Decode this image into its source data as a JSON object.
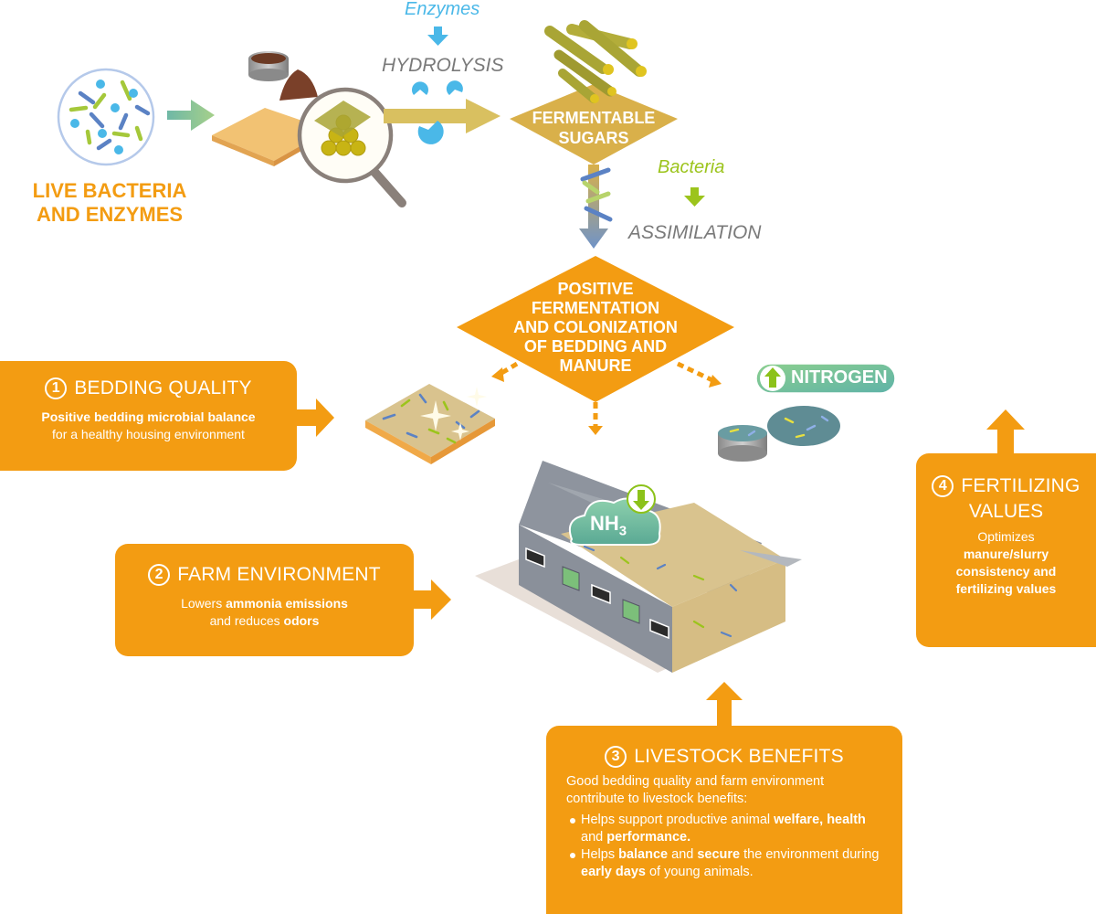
{
  "colors": {
    "orange": "#f39c12",
    "orange_text": "#f39c12",
    "sugar_gold": "#d9b04a",
    "enzyme_blue": "#4ab8e8",
    "bacteria_green": "#9cc41c",
    "gray_label": "#7a7a7a",
    "nitrogen_teal": "#6bbf9f"
  },
  "top_flow": {
    "source_label_line1": "LIVE BACTERIA",
    "source_label_line2": "AND ENZYMES",
    "enzymes_label": "Enzymes",
    "hydrolysis_label": "HYDROLYSIS",
    "sugars_line1": "FERMENTABLE",
    "sugars_line2": "SUGARS",
    "bacteria_label": "Bacteria",
    "assimilation_label": "ASSIMILATION"
  },
  "center_diamond": {
    "lines": [
      "POSITIVE",
      "FERMENTATION",
      "AND COLONIZATION",
      "OF BEDDING AND",
      "MANURE"
    ]
  },
  "badges": {
    "nitrogen": "NITROGEN",
    "nh3_main": "NH",
    "nh3_sub": "3"
  },
  "boxes": {
    "bedding": {
      "number": "1",
      "title": "BEDDING QUALITY",
      "line1_bold": "Positive bedding microbial balance",
      "line2": "for a healthy housing environment"
    },
    "farm": {
      "number": "2",
      "title": "FARM ENVIRONMENT",
      "line1_pre": "Lowers ",
      "line1_bold": "ammonia emissions",
      "line2_pre": "and reduces ",
      "line2_bold": "odors"
    },
    "livestock": {
      "number": "3",
      "title": "LIVESTOCK BENEFITS",
      "intro": "Good bedding quality and farm environment contribute to livestock benefits:",
      "bullet1": {
        "pre": "Helps support productive animal ",
        "b1": "welfare,",
        "mid1": " ",
        "b2": "health",
        "mid2": " and ",
        "b3": "performance."
      },
      "bullet2": {
        "pre": "Helps ",
        "b1": "balance",
        "mid1": " and ",
        "b2": "secure",
        "mid2": " the environment during ",
        "b3": "early days",
        "post": " of young animals."
      }
    },
    "fertilizing": {
      "number": "4",
      "title_line1": "FERTILIZING",
      "title_line2": "VALUES",
      "line1": "Optimizes",
      "bold_lines": [
        "manure/slurry",
        "consistency and",
        "fertilizing values"
      ]
    }
  }
}
